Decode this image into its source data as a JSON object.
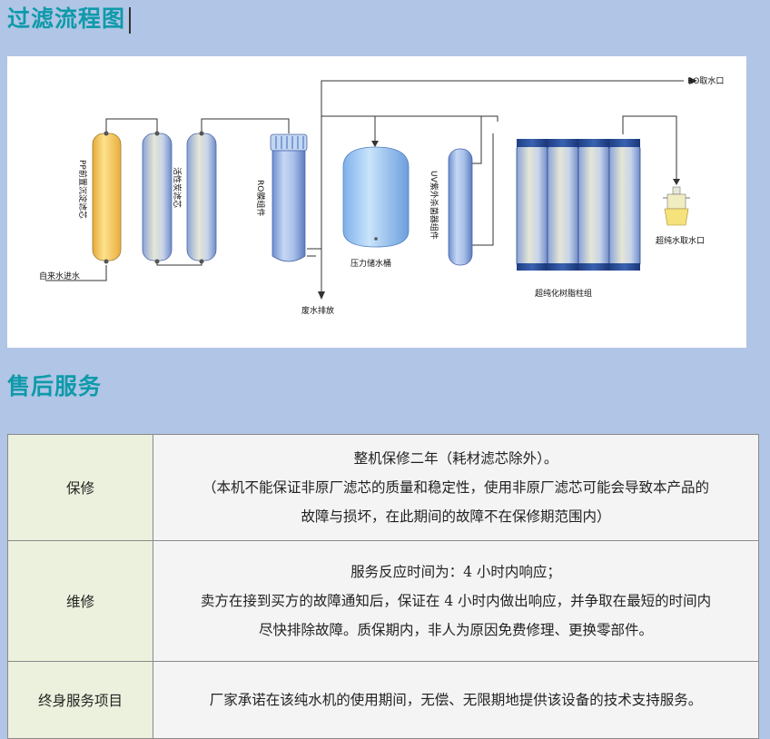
{
  "headings": {
    "filtration": "过滤流程图",
    "after_sales": "售后服务"
  },
  "diagram": {
    "labels": {
      "ro_outlet": "RO取水口",
      "pp_filter": "PP前置沉淀滤芯",
      "carbon_filter": "活性炭滤芯",
      "ro_membrane": "RO膜组件",
      "uv_sterilizer": "UV紫外杀菌器组件",
      "pressure_tank": "压力储水桶",
      "resin_columns": "超纯化树脂柱组",
      "ultrapure_outlet": "超纯水取水口",
      "tap_inlet": "自来水进水",
      "waste_drain": "废水排放"
    },
    "colors": {
      "pp_filter": "#f3c24a",
      "blue_vessel": "#9ab4e4",
      "pipe": "#333333"
    }
  },
  "service": {
    "rows": [
      {
        "label": "保修",
        "lines": [
          "整机保修二年（耗材滤芯除外）。",
          "（本机不能保证非原厂滤芯的质量和稳定性，使用非原厂滤芯可能会导致本产品的",
          "故障与损坏，在此期间的故障不在保修期范围内）"
        ]
      },
      {
        "label": "维修",
        "lines": [
          "服务反应时间为：4 小时内响应；",
          "卖方在接到买方的故障通知后，保证在 4 小时内做出响应，并争取在最短的时间内",
          "尽快排除故障。质保期内，非人为原因免费修理、更换零部件。"
        ]
      },
      {
        "label": "终身服务项目",
        "lines": [
          "厂家承诺在该纯水机的使用期间，无偿、无限期地提供该设备的技术支持服务。"
        ]
      }
    ]
  }
}
